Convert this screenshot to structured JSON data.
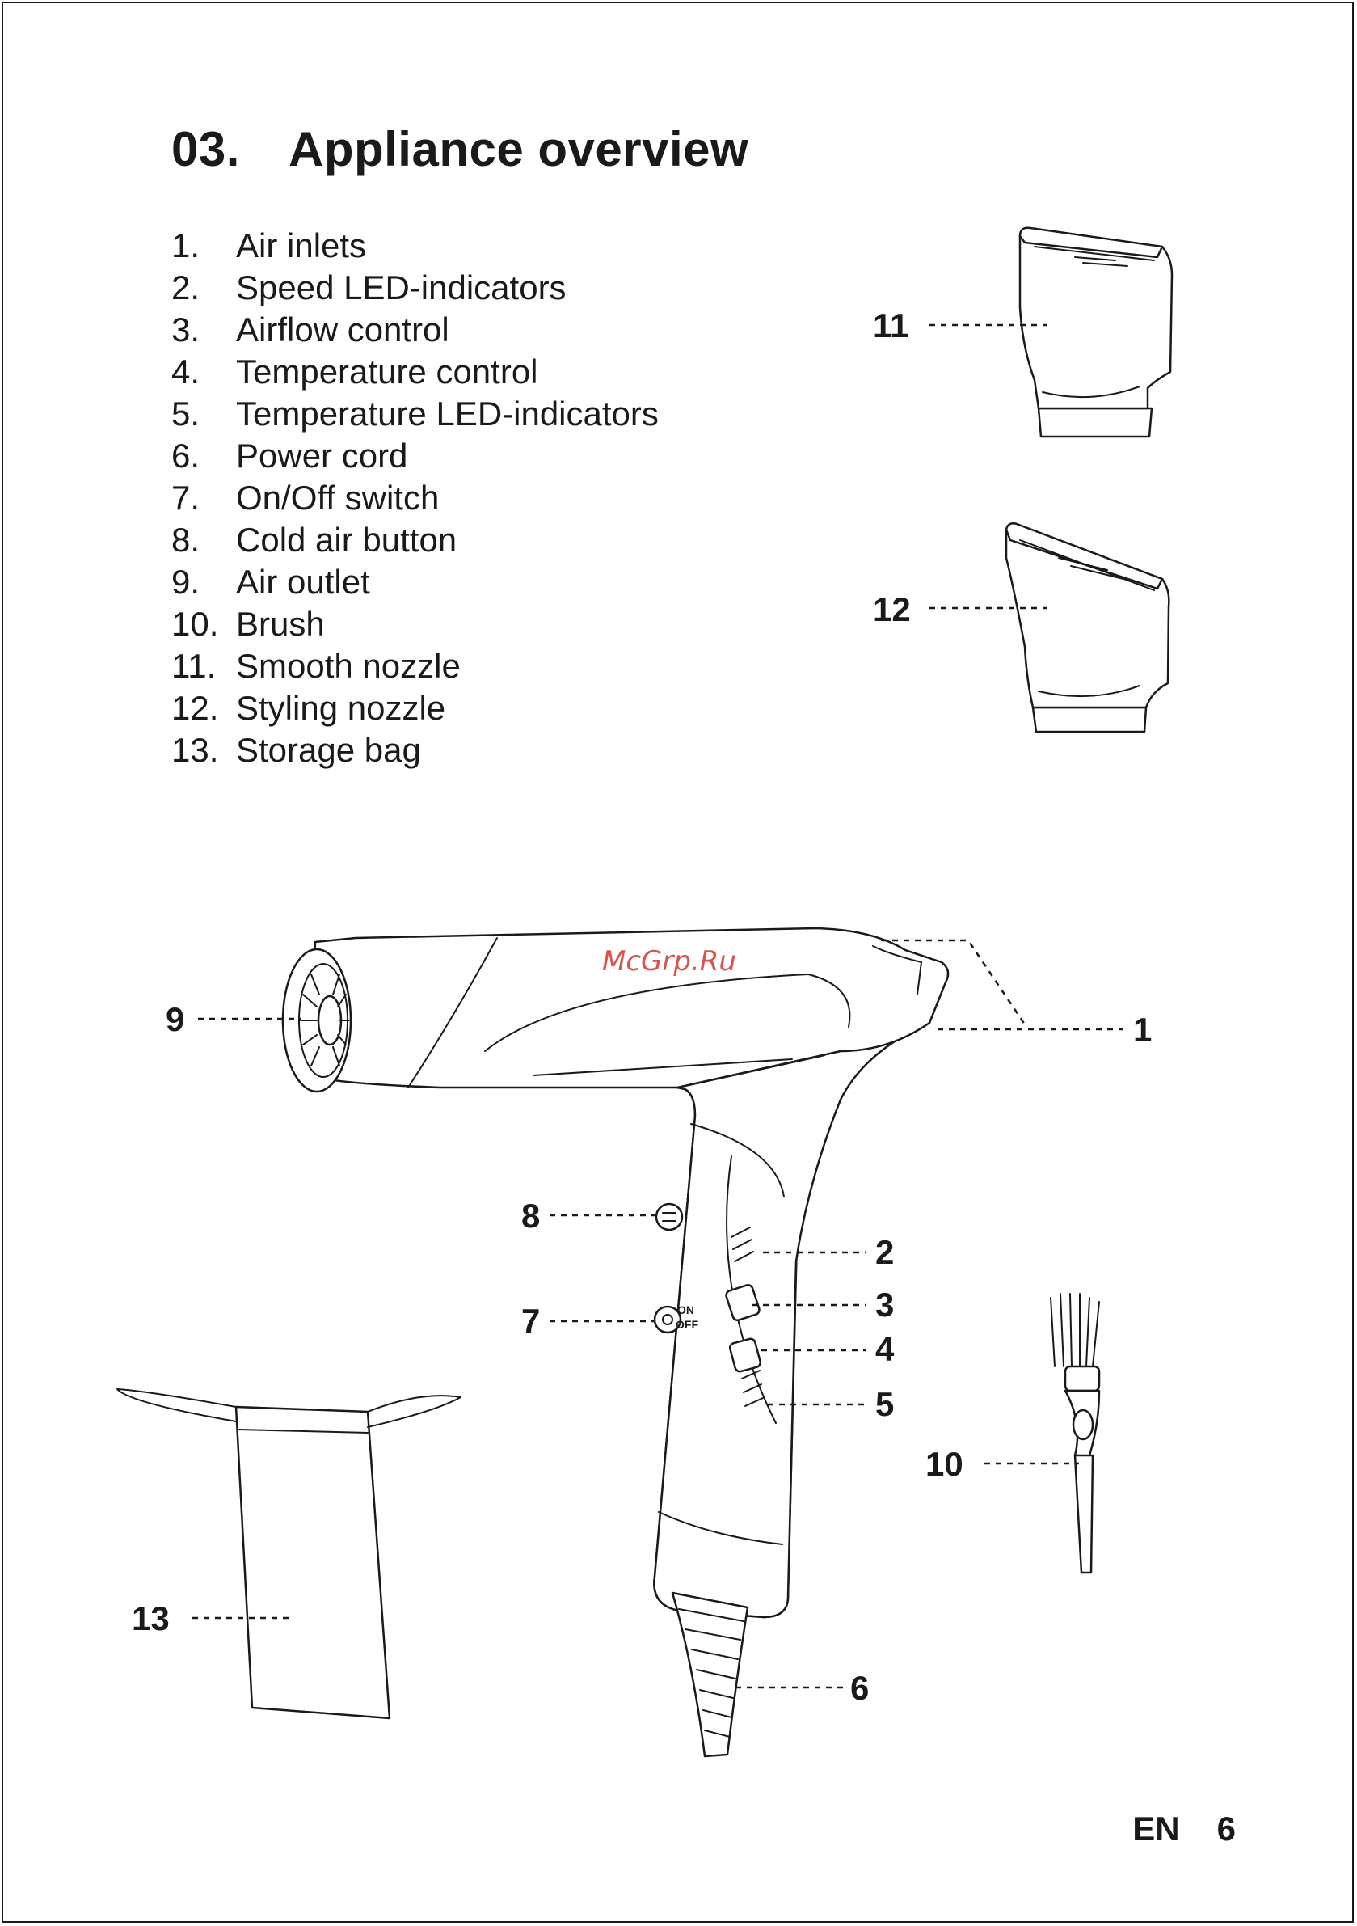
{
  "section": {
    "number": "03.",
    "title": "Appliance overview"
  },
  "parts": [
    {
      "n": "1.",
      "label": "Air inlets"
    },
    {
      "n": "2.",
      "label": "Speed LED-indicators"
    },
    {
      "n": "3.",
      "label": "Airflow control"
    },
    {
      "n": "4.",
      "label": "Temperature control"
    },
    {
      "n": "5.",
      "label": "Temperature LED-indicators"
    },
    {
      "n": "6.",
      "label": "Power cord"
    },
    {
      "n": "7.",
      "label": "On/Off switch"
    },
    {
      "n": "8.",
      "label": "Cold air button"
    },
    {
      "n": "9.",
      "label": "Air outlet"
    },
    {
      "n": "10.",
      "label": "Brush"
    },
    {
      "n": "11.",
      "label": "Smooth nozzle"
    },
    {
      "n": "12.",
      "label": "Styling nozzle"
    },
    {
      "n": "13.",
      "label": "Storage bag"
    }
  ],
  "callouts": {
    "c1": "1",
    "c2": "2",
    "c3": "3",
    "c4": "4",
    "c5": "5",
    "c6": "6",
    "c7": "7",
    "c8": "8",
    "c9": "9",
    "c10": "10",
    "c11": "11",
    "c12": "12",
    "c13": "13"
  },
  "switch_labels": {
    "on": "ON",
    "off": "OFF"
  },
  "watermark": "McGrp.Ru",
  "footer": {
    "lang": "EN",
    "page": "6"
  }
}
